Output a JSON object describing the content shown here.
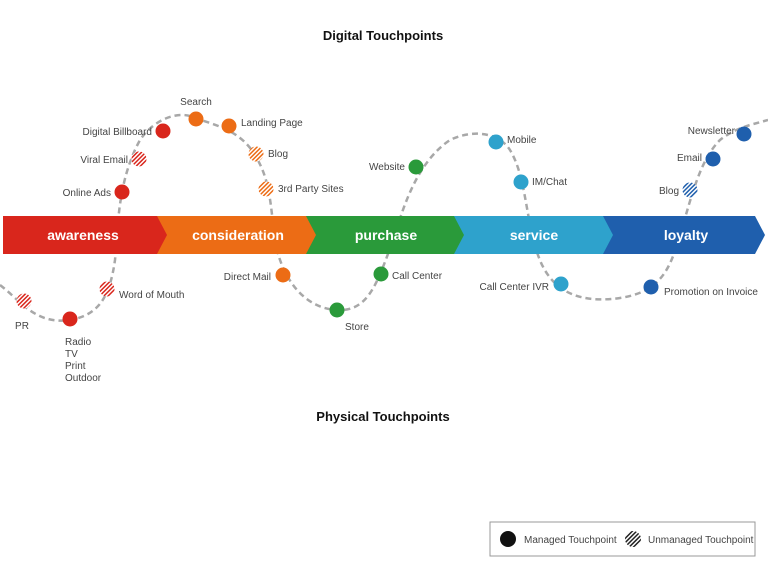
{
  "titles": {
    "digital": "Digital Touchpoints",
    "physical": "Physical Touchpoints"
  },
  "stages": [
    {
      "label": "awareness",
      "color": "#d9261c"
    },
    {
      "label": "consideration",
      "color": "#ec6c15"
    },
    {
      "label": "purchase",
      "color": "#2a9a3a"
    },
    {
      "label": "service",
      "color": "#2ea2cc"
    },
    {
      "label": "loyalty",
      "color": "#1f5fad"
    }
  ],
  "touchpoints": {
    "online_ads": {
      "label": "Online Ads",
      "managed": true,
      "color": "#d9261c"
    },
    "viral_email": {
      "label": "Viral Email",
      "managed": false,
      "color": "#d9261c"
    },
    "digital_billboard": {
      "label": "Digital Billboard",
      "managed": true,
      "color": "#d9261c"
    },
    "search": {
      "label": "Search",
      "managed": true,
      "color": "#ec6c15"
    },
    "landing_page": {
      "label": "Landing Page",
      "managed": true,
      "color": "#ec6c15"
    },
    "blog_consideration": {
      "label": "Blog",
      "managed": false,
      "color": "#ec6c15"
    },
    "third_party_sites": {
      "label": "3rd Party Sites",
      "managed": false,
      "color": "#ec6c15"
    },
    "website": {
      "label": "Website",
      "managed": true,
      "color": "#2a9a3a"
    },
    "mobile": {
      "label": "Mobile",
      "managed": true,
      "color": "#2ea2cc"
    },
    "im_chat": {
      "label": "IM/Chat",
      "managed": true,
      "color": "#2ea2cc"
    },
    "blog_loyalty": {
      "label": "Blog",
      "managed": false,
      "color": "#1f5fad"
    },
    "email": {
      "label": "Email",
      "managed": true,
      "color": "#1f5fad"
    },
    "newsletter": {
      "label": "Newsletter",
      "managed": true,
      "color": "#1f5fad"
    },
    "pr": {
      "label": "PR",
      "managed": false,
      "color": "#d9261c"
    },
    "radio_tv": {
      "lines": [
        "Radio",
        "TV",
        "Print",
        "Outdoor"
      ],
      "managed": true,
      "color": "#d9261c"
    },
    "word_of_mouth": {
      "label": "Word of Mouth",
      "managed": false,
      "color": "#d9261c"
    },
    "direct_mail": {
      "label": "Direct Mail",
      "managed": true,
      "color": "#ec6c15"
    },
    "store": {
      "label": "Store",
      "managed": true,
      "color": "#2a9a3a"
    },
    "call_center": {
      "label": "Call Center",
      "managed": true,
      "color": "#2a9a3a"
    },
    "call_center_ivr": {
      "label": "Call Center IVR",
      "managed": true,
      "color": "#2ea2cc"
    },
    "promotion_on_invoice": {
      "label": "Promotion on Invoice",
      "managed": true,
      "color": "#1f5fad"
    }
  },
  "legend": {
    "managed": "Managed Touchpoint",
    "unmanaged": "Unmanaged Touchpoint"
  }
}
